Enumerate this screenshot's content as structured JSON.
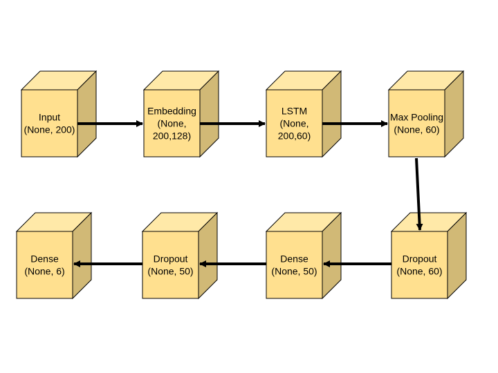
{
  "colors": {
    "front": "#FFE08F",
    "top": "#FFE9A8",
    "side": "#D1B976",
    "stroke": "#000000",
    "arrow": "#000000"
  },
  "layers": [
    {
      "id": "input",
      "lines": [
        "Input",
        "(None, 200)"
      ]
    },
    {
      "id": "embedding",
      "lines": [
        "Embedding",
        "(None,",
        "200,128)"
      ]
    },
    {
      "id": "lstm",
      "lines": [
        "LSTM",
        "(None,",
        "200,60)"
      ]
    },
    {
      "id": "max-pooling",
      "lines": [
        "Max Pooling",
        "(None, 60)"
      ]
    },
    {
      "id": "dropout-60",
      "lines": [
        "Dropout",
        "(None, 60)"
      ]
    },
    {
      "id": "dense-50",
      "lines": [
        "Dense",
        "(None, 50)"
      ]
    },
    {
      "id": "dropout-50",
      "lines": [
        "Dropout",
        "(None, 50)"
      ]
    },
    {
      "id": "dense-6",
      "lines": [
        "Dense",
        "(None, 6)"
      ]
    }
  ],
  "connections": [
    [
      "input",
      "embedding"
    ],
    [
      "embedding",
      "lstm"
    ],
    [
      "lstm",
      "max-pooling"
    ],
    [
      "max-pooling",
      "dropout-60"
    ],
    [
      "dropout-60",
      "dense-50"
    ],
    [
      "dense-50",
      "dropout-50"
    ],
    [
      "dropout-50",
      "dense-6"
    ]
  ]
}
